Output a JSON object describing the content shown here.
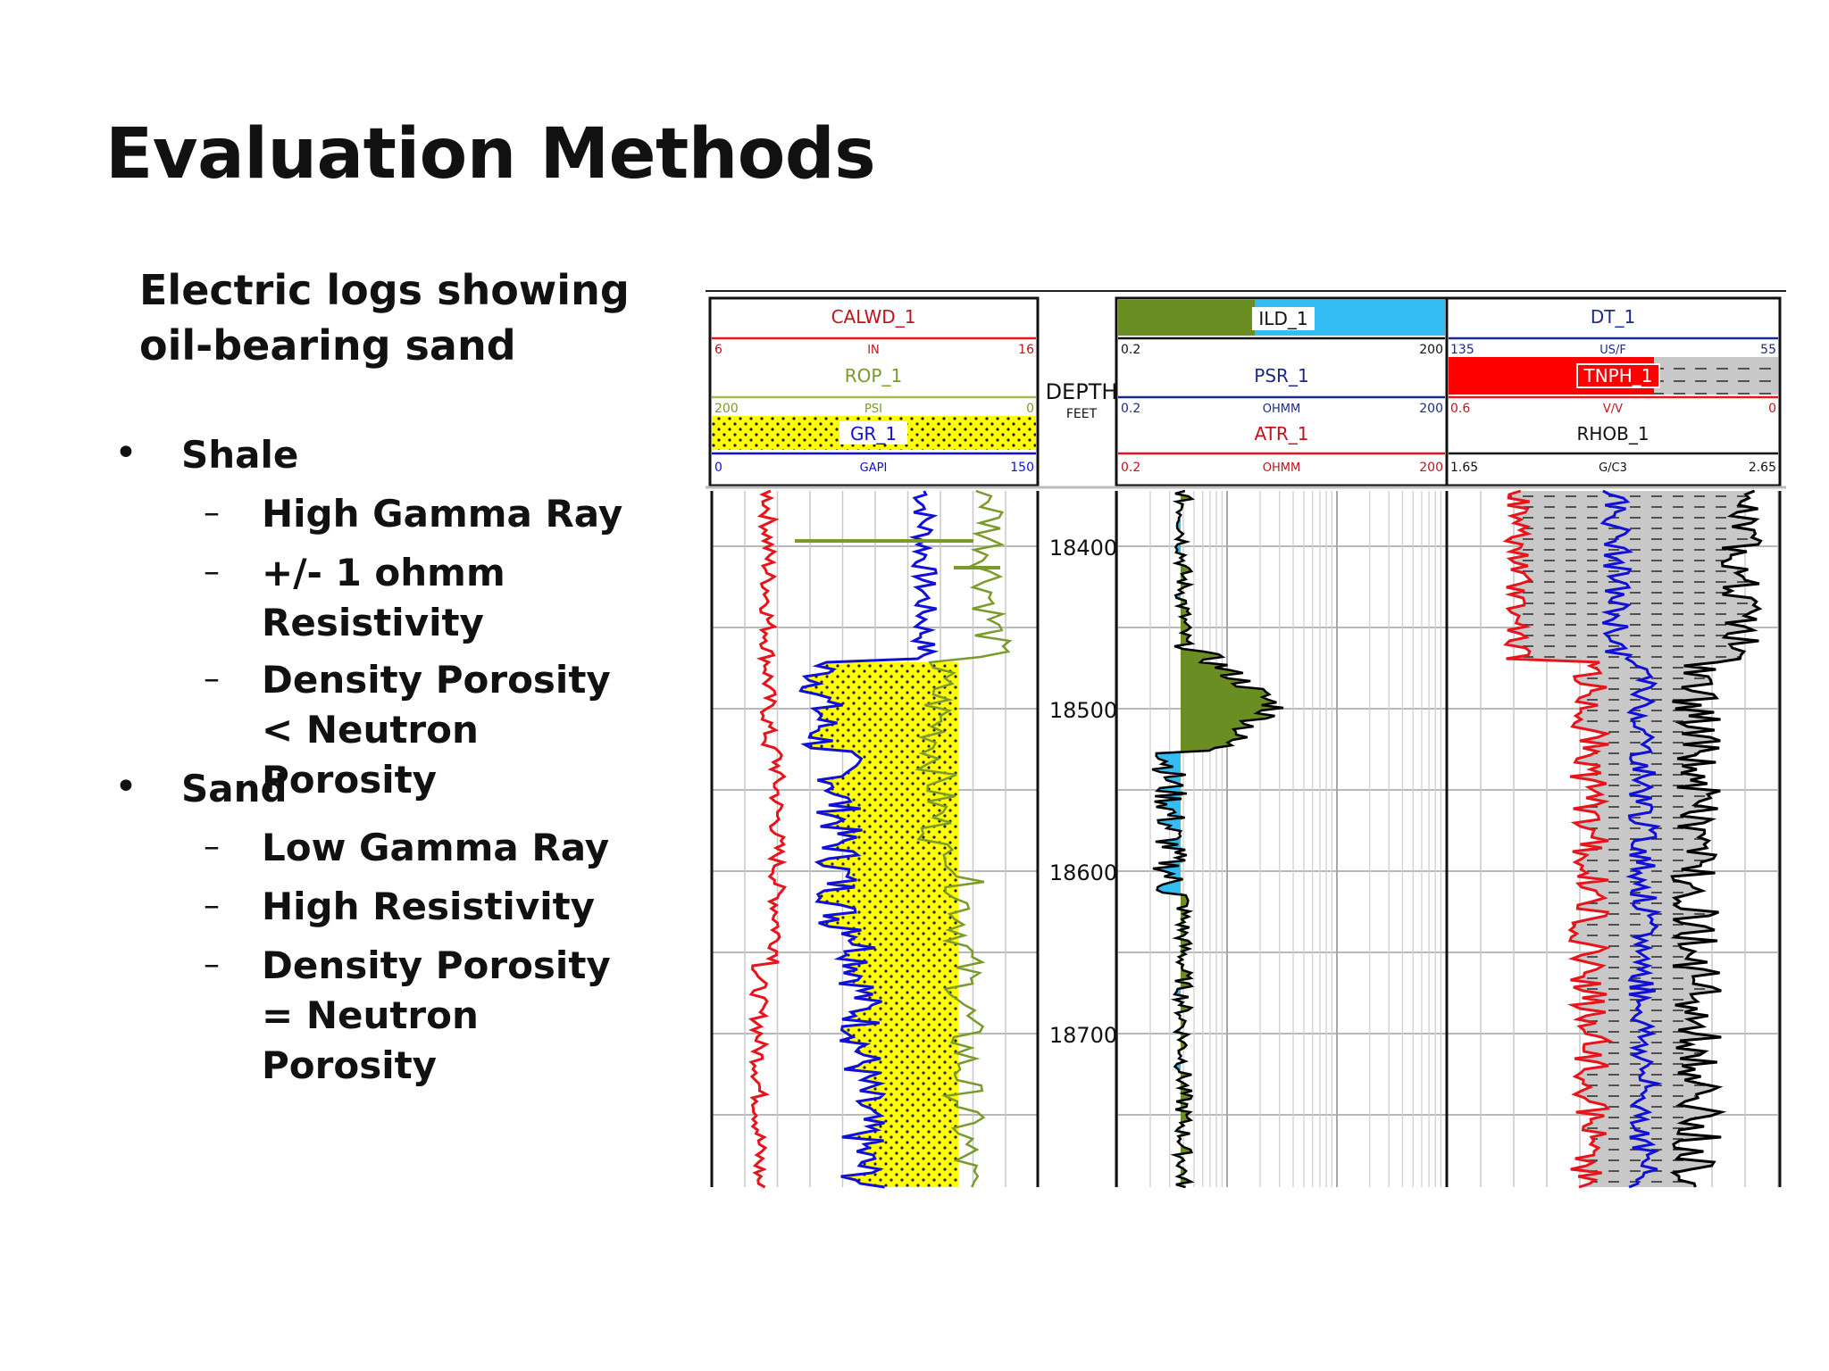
{
  "slide": {
    "title": "Evaluation Methods",
    "subtitle": "Electric logs showing oil-bearing sand",
    "bullets": [
      {
        "label": "Shale",
        "subs": [
          "High Gamma Ray",
          "+/- 1 ohmm Resistivity",
          "Density Porosity < Neutron Porosity"
        ]
      },
      {
        "label": "Sand",
        "subs": [
          "Low Gamma Ray",
          "High Resistivity",
          "Density Porosity = Neutron Porosity"
        ]
      }
    ]
  },
  "log": {
    "depth_header": "DEPTH",
    "depth_unit": "FEET",
    "depths": [
      "18400",
      "18500",
      "18600",
      "18700"
    ],
    "colors": {
      "caliper": "#e8141c",
      "gamma": "#1010d8",
      "rop": "#7a9a2a",
      "gr_fill": "#ffff00",
      "resistivity_fill": "#6b8e23",
      "resistivity_low_fill": "#33bdf2",
      "tnph_header": "#ff0000",
      "density_fill": "#c8c8c8"
    },
    "track1": {
      "curve1": {
        "name": "CALWD_1",
        "unit": "IN",
        "min": "6",
        "max": "16"
      },
      "curve2": {
        "name": "ROP_1",
        "unit": "PSI",
        "min": "200",
        "max": "0"
      },
      "curve3": {
        "name": "GR_1",
        "unit": "GAPI",
        "min": "0",
        "max": "150"
      }
    },
    "track3": {
      "curve1": {
        "name": "ILD_1",
        "min": "0.2",
        "max": "200"
      },
      "curve2": {
        "name": "PSR_1",
        "unit": "OHMM",
        "min": "0.2",
        "max": "200"
      },
      "curve3": {
        "name": "ATR_1",
        "unit": "OHMM",
        "min": "0.2",
        "max": "200"
      }
    },
    "track4": {
      "curve1": {
        "name": "DT_1",
        "unit": "US/F",
        "min": "135",
        "max": "55"
      },
      "curve2": {
        "name": "TNPH_1",
        "unit": "V/V",
        "min": "0.6",
        "max": "0"
      },
      "curve3": {
        "name": "RHOB_1",
        "unit": "G/C3",
        "min": "1.65",
        "max": "2.65"
      }
    }
  }
}
